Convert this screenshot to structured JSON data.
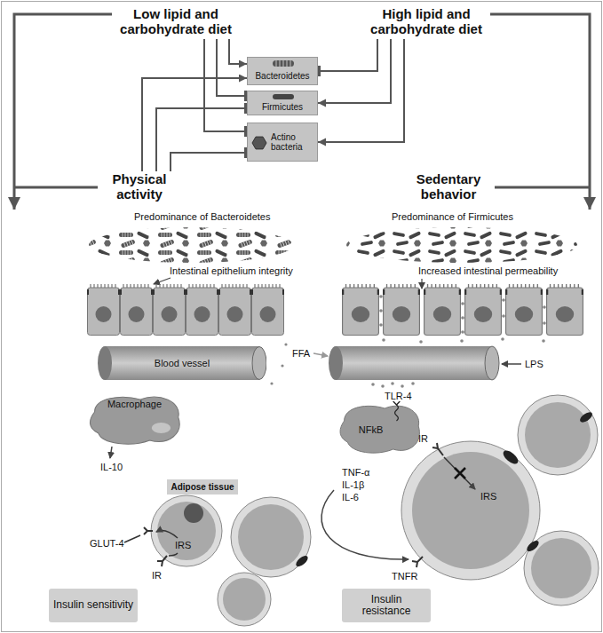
{
  "diagram": {
    "nodes": [
      {
        "text": [
          "Low lipid and carbohydrate diet"
        ]
      },
      {
        "text": [
          "High lipid and carbohydrate diet"
        ]
      },
      {
        "text": [
          "Bacteroidetes"
        ]
      },
      {
        "text": [
          "Firmicutes"
        ]
      },
      {
        "text": [
          "Actino bacteria"
        ]
      },
      {
        "text": [
          "Physical activity"
        ]
      },
      {
        "text": [
          "Sedentary behavior"
        ]
      },
      {
        "text": [
          "Blood vessel"
        ]
      },
      {
        "text": [
          "Macrophage"
        ]
      },
      {
        "text": [
          "NFkB"
        ]
      },
      {
        "text": [
          "Adipose tissue"
        ]
      },
      {
        "text": [
          "Insulin sensitivity"
        ]
      },
      {
        "text": [
          "Insulin resistance"
        ]
      }
    ],
    "edges": [
      {
        "from": 0,
        "to": 2,
        "arrow": "to"
      },
      {
        "from": 0,
        "to": 3,
        "arrow": "to"
      },
      {
        "from": 0,
        "to": 4,
        "arrow": "to"
      },
      {
        "from": 5,
        "to": 2,
        "arrow": "to"
      },
      {
        "from": 5,
        "to": 3,
        "arrow": "to"
      },
      {
        "from": 5,
        "to": 4,
        "arrow": "to"
      },
      {
        "from": 1,
        "to": 2,
        "arrow": "to"
      },
      {
        "from": 1,
        "to": 3,
        "arrow": "to"
      },
      {
        "from": 1,
        "to": 4,
        "arrow": "to"
      }
    ],
    "labels": [
      "Predominance of Bacteroidetes",
      "Predominance of Firmicutes",
      "Intestinal epithelium integrity",
      "Increased intestinal permeability",
      "FFA",
      "LPS",
      "TLR-4",
      "IL-10",
      "TNF-α",
      "IL-1β",
      "IL-6",
      "TNFR",
      "IR",
      "IRS",
      "GLUT-4",
      "IRS",
      "IR"
    ]
  }
}
